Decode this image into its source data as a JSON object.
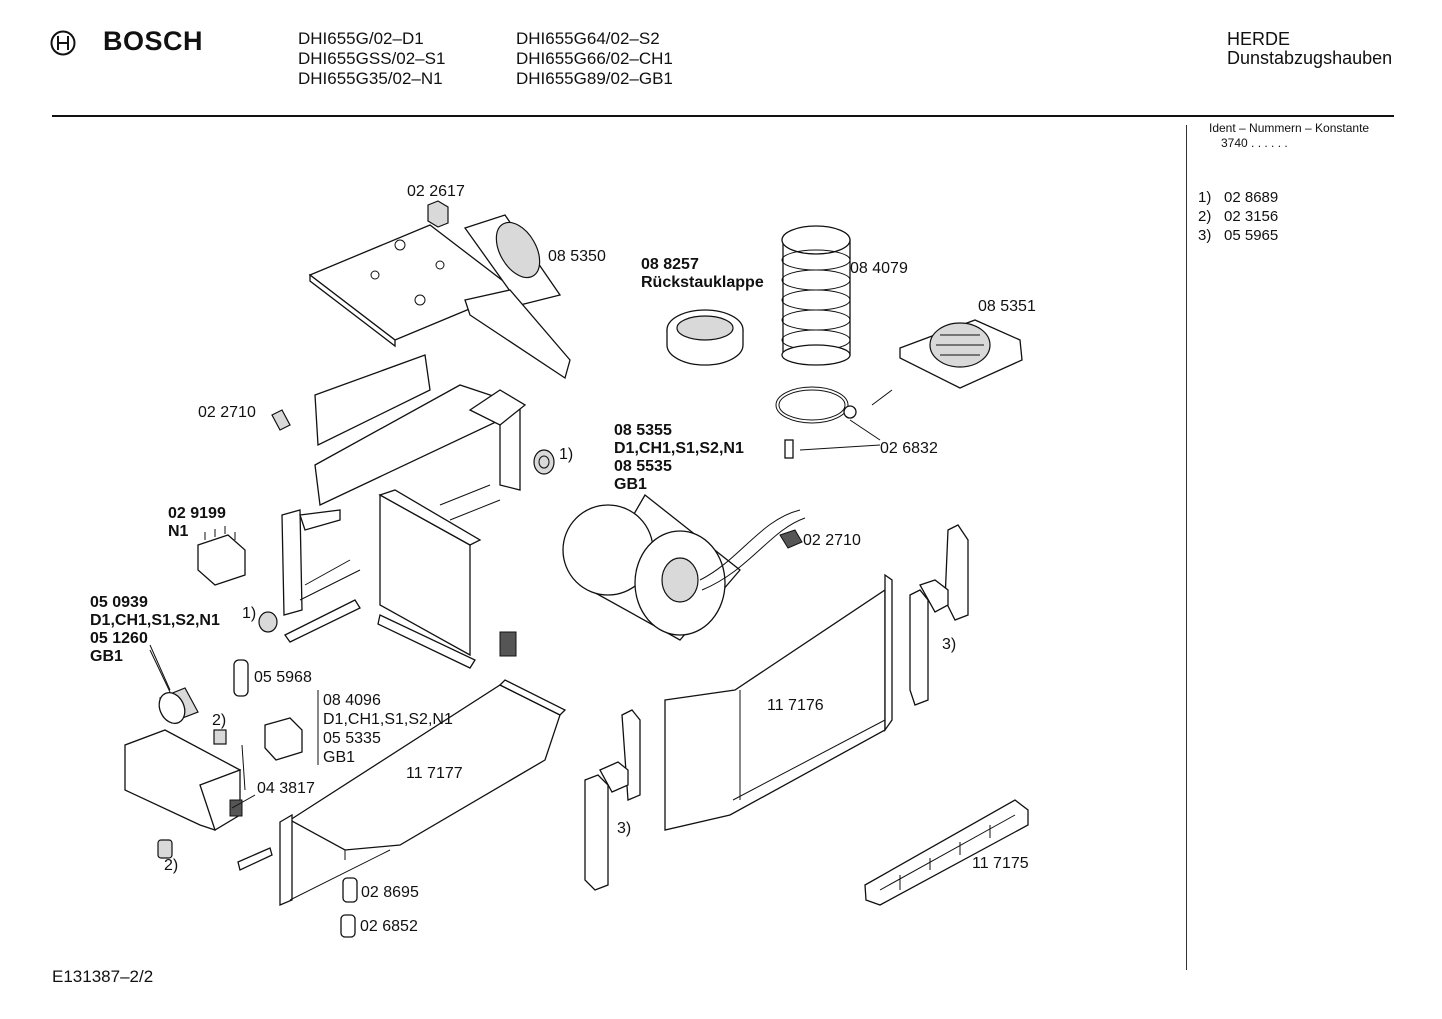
{
  "header": {
    "brand": "BOSCH",
    "models_col1": [
      "DHI655G/02–D1",
      "DHI655GSS/02–S1",
      "DHI655G35/02–N1"
    ],
    "models_col2": [
      "DHI655G64/02–S2",
      "DHI655G66/02–CH1",
      "DHI655G89/02–GB1"
    ],
    "category_line1": "HERDE",
    "category_line2": "Dunstabzugshauben"
  },
  "sidebar": {
    "ident_title": "Ident – Nummern – Konstante",
    "ident_value": "3740 . .  . . . .",
    "notes": [
      {
        "key": "1)",
        "value": "02 8689"
      },
      {
        "key": "2)",
        "value": "02 3156"
      },
      {
        "key": "3)",
        "value": "05 5965"
      }
    ]
  },
  "labels": {
    "p022617": "02 2617",
    "p085350": "08 5350",
    "p088257": "08 8257",
    "rueckstau": "Rückstauklappe",
    "p084079": "08 4079",
    "p085351": "08 5351",
    "p022710a": "02 2710",
    "ref1a": "1)",
    "p085355": "08 5355",
    "variants_a": "D1,CH1,S1,S2,N1",
    "p085535": "08 5535",
    "gb1a": "GB1",
    "p026832": "02 6832",
    "p029199": "02 9199",
    "n1": "N1",
    "p022710b": "02 2710",
    "p050939": "05 0939",
    "variants_b": "D1,CH1,S1,S2,N1",
    "ref1b": "1)",
    "p051260": "05 1260",
    "gb1b": "GB1",
    "p055968": "05 5968",
    "p084096": "08 4096",
    "variants_c": "D1,CH1,S1,S2,N1",
    "p055335": "05 5335",
    "gb1c": "GB1",
    "ref3a": "3)",
    "p117176": "11 7176",
    "ref2a": "2)",
    "p117177": "11 7177",
    "p043817": "04 3817",
    "ref3b": "3)",
    "ref2b": "2)",
    "p117175": "11 7175",
    "p028695": "02 8695",
    "p026852": "02 6852"
  },
  "footer": {
    "doc_id": "E131387–2/2"
  }
}
